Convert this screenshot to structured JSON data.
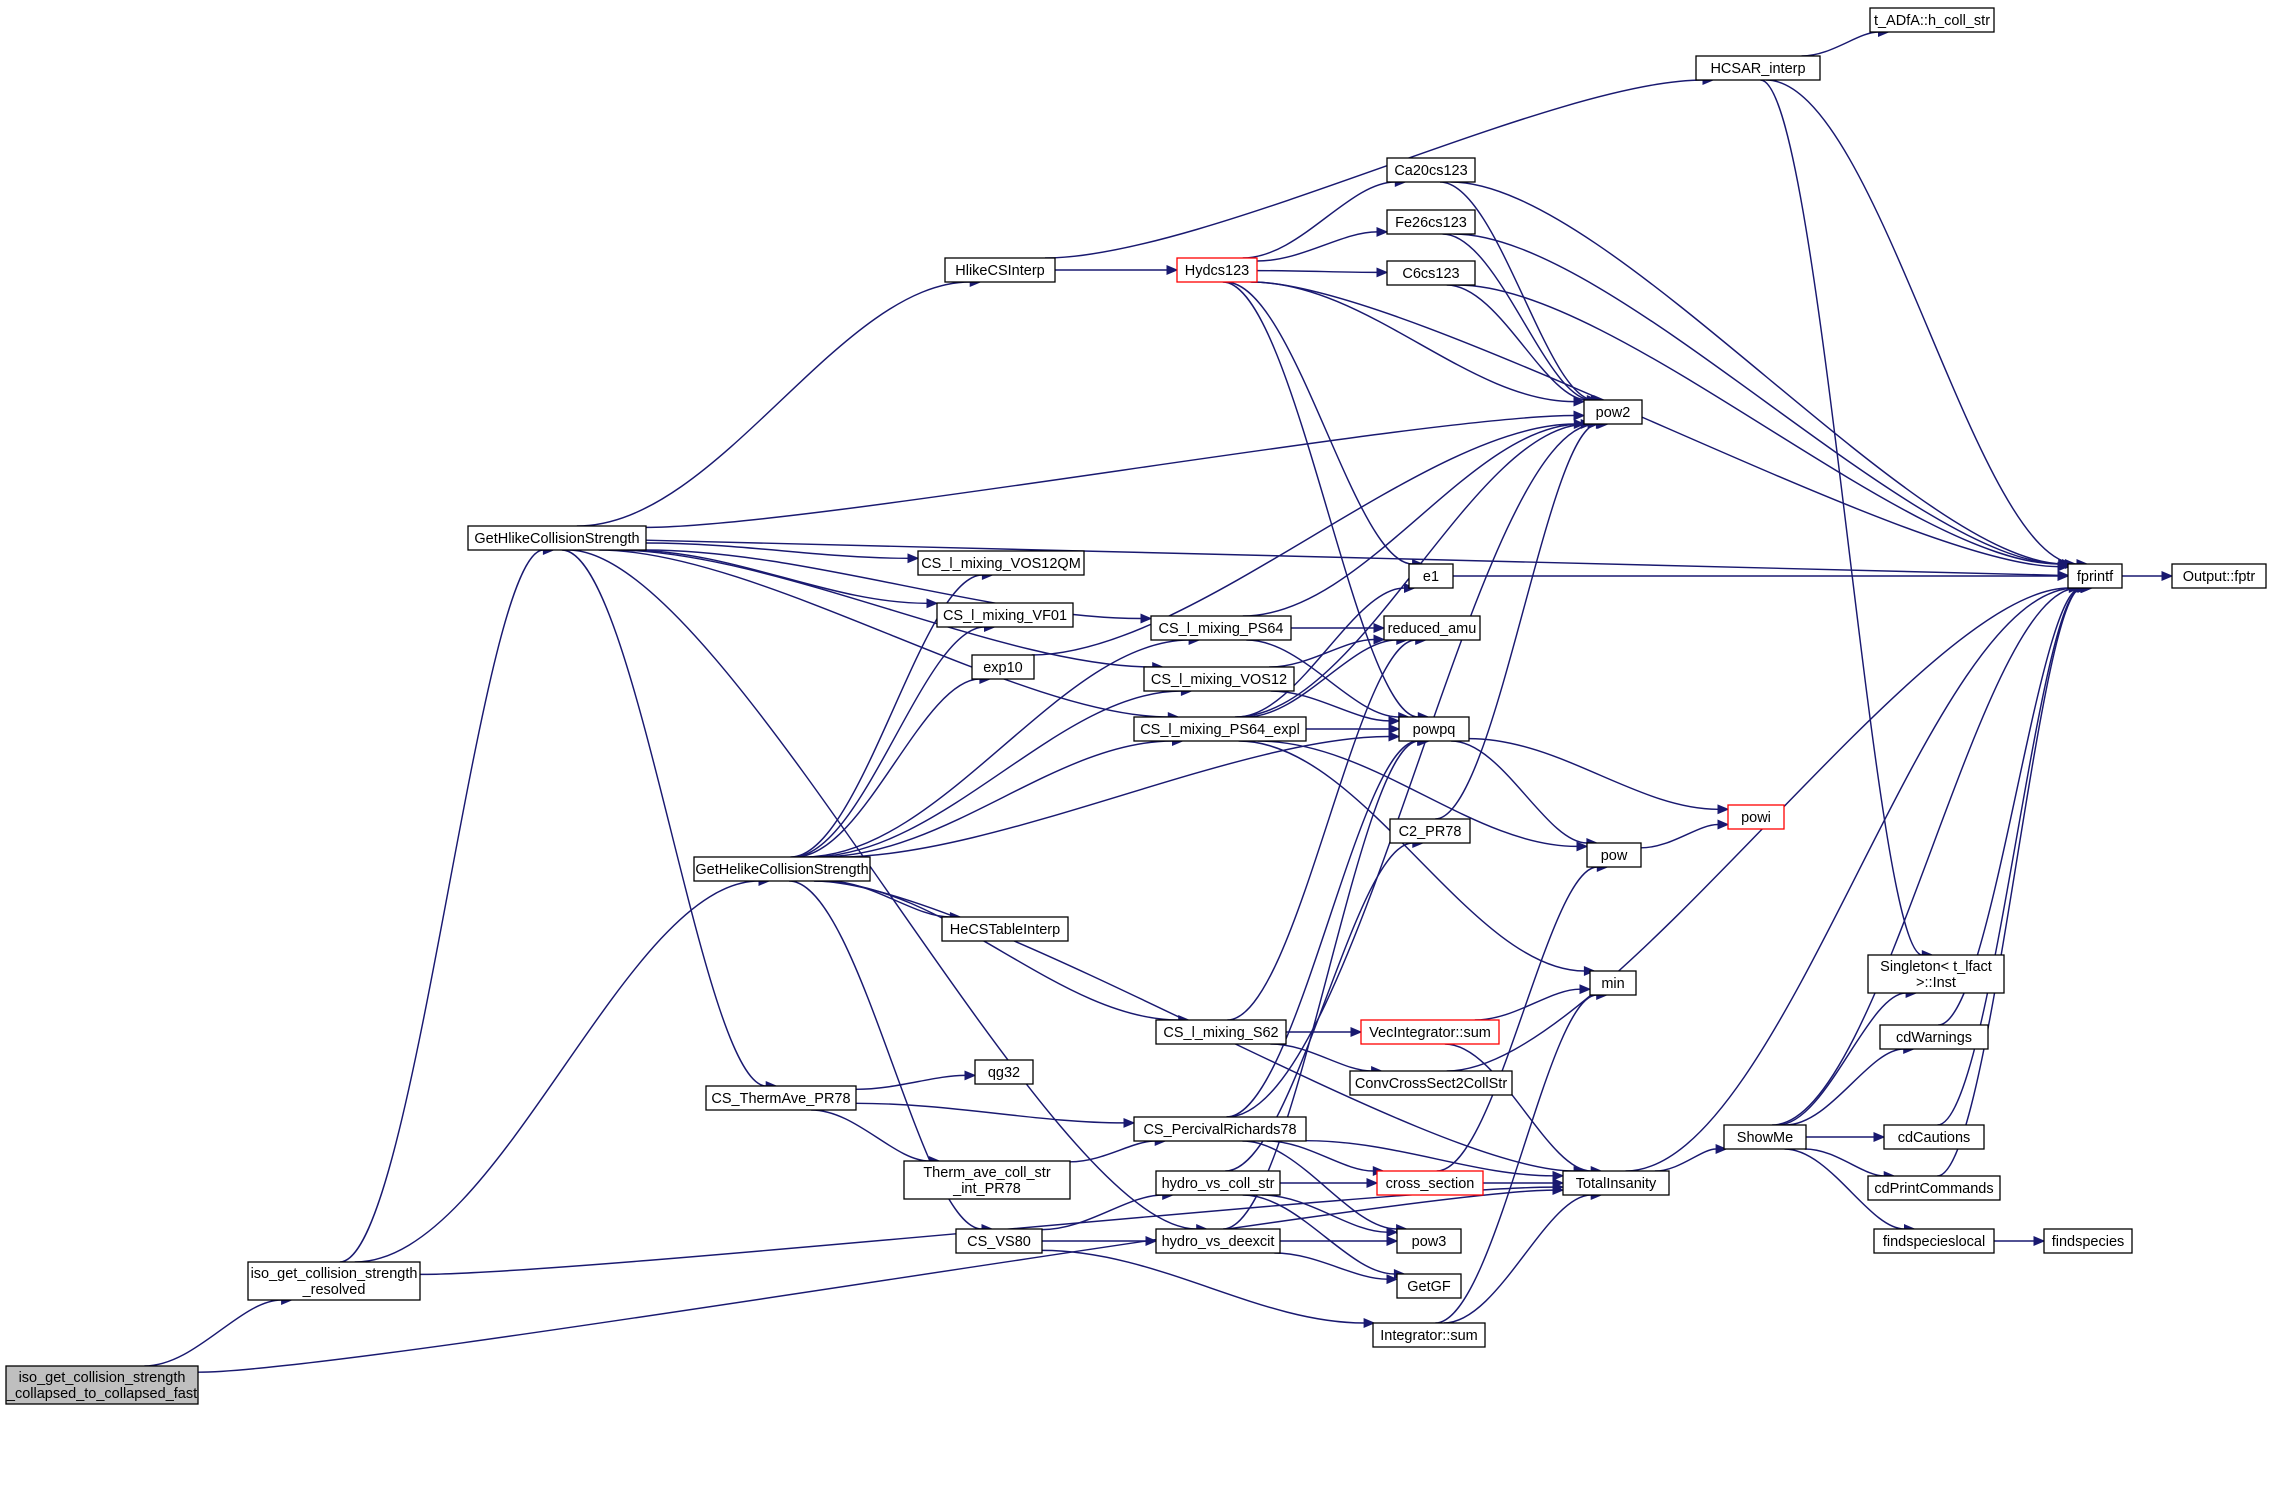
{
  "graph": {
    "title": "",
    "edge_color": "#191970",
    "node_fill": "#ffffff",
    "root_fill": "#bfbfbf",
    "truncated_border_color": "#ff0000",
    "nodes": [
      {
        "id": "root",
        "lines": [
          "iso_get_collision_strength",
          "_collapsed_to_collapsed_fast"
        ],
        "root": true
      },
      {
        "id": "resolved",
        "lines": [
          "iso_get_collision_strength",
          "_resolved"
        ]
      },
      {
        "id": "gethlike",
        "lines": [
          "GetHlikeCollisionStrength"
        ]
      },
      {
        "id": "gethelike",
        "lines": [
          "GetHelikeCollisionStrength"
        ]
      },
      {
        "id": "cstherm",
        "lines": [
          "CS_ThermAve_PR78"
        ]
      },
      {
        "id": "hlikecsinterp",
        "lines": [
          "HlikeCSInterp"
        ]
      },
      {
        "id": "hydcs123",
        "lines": [
          "Hydcs123"
        ],
        "truncated": true
      },
      {
        "id": "hcsar",
        "lines": [
          "HCSAR_interp"
        ]
      },
      {
        "id": "tadfa",
        "lines": [
          "t_ADfA::h_coll_str"
        ]
      },
      {
        "id": "ca20",
        "lines": [
          "Ca20cs123"
        ]
      },
      {
        "id": "fe26",
        "lines": [
          "Fe26cs123"
        ]
      },
      {
        "id": "c6",
        "lines": [
          "C6cs123"
        ]
      },
      {
        "id": "pow2",
        "lines": [
          "pow2"
        ]
      },
      {
        "id": "e1",
        "lines": [
          "e1"
        ]
      },
      {
        "id": "fprintf",
        "lines": [
          "fprintf"
        ]
      },
      {
        "id": "fptr",
        "lines": [
          "Output::fptr"
        ]
      },
      {
        "id": "vos12qm",
        "lines": [
          "CS_l_mixing_VOS12QM"
        ]
      },
      {
        "id": "vf01",
        "lines": [
          "CS_l_mixing_VF01"
        ]
      },
      {
        "id": "exp10",
        "lines": [
          "exp10"
        ]
      },
      {
        "id": "ps64",
        "lines": [
          "CS_l_mixing_PS64"
        ]
      },
      {
        "id": "vos12",
        "lines": [
          "CS_l_mixing_VOS12"
        ]
      },
      {
        "id": "ps64expl",
        "lines": [
          "CS_l_mixing_PS64_expl"
        ]
      },
      {
        "id": "reducedamu",
        "lines": [
          "reduced_amu"
        ]
      },
      {
        "id": "powpq",
        "lines": [
          "powpq"
        ]
      },
      {
        "id": "c2pr78",
        "lines": [
          "C2_PR78"
        ]
      },
      {
        "id": "pow",
        "lines": [
          "pow"
        ]
      },
      {
        "id": "powi",
        "lines": [
          "powi"
        ],
        "truncated": true
      },
      {
        "id": "hecstable",
        "lines": [
          "HeCSTableInterp"
        ]
      },
      {
        "id": "s62",
        "lines": [
          "CS_l_mixing_S62"
        ]
      },
      {
        "id": "min",
        "lines": [
          "min"
        ]
      },
      {
        "id": "vecsum",
        "lines": [
          "VecIntegrator::sum"
        ],
        "truncated": true
      },
      {
        "id": "convcross",
        "lines": [
          "ConvCrossSect2CollStr"
        ]
      },
      {
        "id": "qg32",
        "lines": [
          "qg32"
        ]
      },
      {
        "id": "percival",
        "lines": [
          "CS_PercivalRichards78"
        ]
      },
      {
        "id": "thermave",
        "lines": [
          "Therm_ave_coll_str",
          "_int_PR78"
        ]
      },
      {
        "id": "hydrocoll",
        "lines": [
          "hydro_vs_coll_str"
        ]
      },
      {
        "id": "crosssection",
        "lines": [
          "cross_section"
        ],
        "truncated": true
      },
      {
        "id": "total",
        "lines": [
          "TotalInsanity"
        ]
      },
      {
        "id": "csvs80",
        "lines": [
          "CS_VS80"
        ]
      },
      {
        "id": "hydrodeexcit",
        "lines": [
          "hydro_vs_deexcit"
        ]
      },
      {
        "id": "pow3",
        "lines": [
          "pow3"
        ]
      },
      {
        "id": "getgf",
        "lines": [
          "GetGF"
        ]
      },
      {
        "id": "intsum",
        "lines": [
          "Integrator::sum"
        ]
      },
      {
        "id": "showme",
        "lines": [
          "ShowMe"
        ]
      },
      {
        "id": "singleton",
        "lines": [
          "Singleton< t_lfact",
          ">::Inst"
        ]
      },
      {
        "id": "cdwarnings",
        "lines": [
          "cdWarnings"
        ]
      },
      {
        "id": "cdcautions",
        "lines": [
          "cdCautions"
        ]
      },
      {
        "id": "cdprint",
        "lines": [
          "cdPrintCommands"
        ]
      },
      {
        "id": "findlocal",
        "lines": [
          "findspecieslocal"
        ]
      },
      {
        "id": "findspecies",
        "lines": [
          "findspecies"
        ]
      }
    ],
    "edges": [
      [
        "root",
        "resolved"
      ],
      [
        "root",
        "total"
      ],
      [
        "resolved",
        "gethlike"
      ],
      [
        "resolved",
        "gethelike"
      ],
      [
        "resolved",
        "total"
      ],
      [
        "gethlike",
        "hlikecsinterp"
      ],
      [
        "gethlike",
        "pow2"
      ],
      [
        "gethlike",
        "ps64"
      ],
      [
        "gethlike",
        "vos12"
      ],
      [
        "gethlike",
        "ps64expl"
      ],
      [
        "gethlike",
        "vos12qm"
      ],
      [
        "gethlike",
        "vf01"
      ],
      [
        "gethlike",
        "cstherm"
      ],
      [
        "gethlike",
        "hydrodeexcit"
      ],
      [
        "gethlike",
        "fprintf"
      ],
      [
        "hlikecsinterp",
        "hcsar"
      ],
      [
        "hlikecsinterp",
        "hydcs123"
      ],
      [
        "hcsar",
        "tadfa"
      ],
      [
        "hcsar",
        "fprintf"
      ],
      [
        "hcsar",
        "singleton"
      ],
      [
        "hydcs123",
        "ca20"
      ],
      [
        "hydcs123",
        "fe26"
      ],
      [
        "hydcs123",
        "c6"
      ],
      [
        "hydcs123",
        "pow2"
      ],
      [
        "hydcs123",
        "e1"
      ],
      [
        "hydcs123",
        "fprintf"
      ],
      [
        "hydcs123",
        "powpq"
      ],
      [
        "ca20",
        "pow2"
      ],
      [
        "ca20",
        "fprintf"
      ],
      [
        "fe26",
        "pow2"
      ],
      [
        "fe26",
        "fprintf"
      ],
      [
        "c6",
        "pow2"
      ],
      [
        "c6",
        "fprintf"
      ],
      [
        "e1",
        "fprintf"
      ],
      [
        "fprintf",
        "fptr"
      ],
      [
        "gethelike",
        "vos12qm"
      ],
      [
        "gethelike",
        "vf01"
      ],
      [
        "gethelike",
        "exp10"
      ],
      [
        "gethelike",
        "ps64"
      ],
      [
        "gethelike",
        "vos12"
      ],
      [
        "gethelike",
        "ps64expl"
      ],
      [
        "gethelike",
        "hecstable"
      ],
      [
        "gethelike",
        "s62"
      ],
      [
        "gethelike",
        "csvs80"
      ],
      [
        "gethelike",
        "powpq"
      ],
      [
        "gethelike",
        "total"
      ],
      [
        "exp10",
        "pow2"
      ],
      [
        "ps64",
        "pow2"
      ],
      [
        "ps64",
        "reducedamu"
      ],
      [
        "ps64",
        "powpq"
      ],
      [
        "vos12",
        "reducedamu"
      ],
      [
        "vos12",
        "powpq"
      ],
      [
        "ps64expl",
        "e1"
      ],
      [
        "ps64expl",
        "reducedamu"
      ],
      [
        "ps64expl",
        "powpq"
      ],
      [
        "ps64expl",
        "pow2"
      ],
      [
        "ps64expl",
        "pow"
      ],
      [
        "ps64expl",
        "min"
      ],
      [
        "powpq",
        "pow"
      ],
      [
        "powpq",
        "powi"
      ],
      [
        "pow",
        "powi"
      ],
      [
        "c2pr78",
        "pow2"
      ],
      [
        "s62",
        "reducedamu"
      ],
      [
        "s62",
        "vecsum"
      ],
      [
        "s62",
        "convcross"
      ],
      [
        "vecsum",
        "min"
      ],
      [
        "vecsum",
        "total"
      ],
      [
        "convcross",
        "fprintf"
      ],
      [
        "cstherm",
        "qg32"
      ],
      [
        "cstherm",
        "percival"
      ],
      [
        "cstherm",
        "thermave"
      ],
      [
        "thermave",
        "percival"
      ],
      [
        "percival",
        "powpq"
      ],
      [
        "percival",
        "pow2"
      ],
      [
        "percival",
        "crosssection"
      ],
      [
        "percival",
        "pow3"
      ],
      [
        "percival",
        "total"
      ],
      [
        "crosssection",
        "pow"
      ],
      [
        "crosssection",
        "total"
      ],
      [
        "csvs80",
        "hydrocoll"
      ],
      [
        "csvs80",
        "hydrodeexcit"
      ],
      [
        "csvs80",
        "intsum"
      ],
      [
        "hydrocoll",
        "c2pr78"
      ],
      [
        "hydrocoll",
        "crosssection"
      ],
      [
        "hydrocoll",
        "pow3"
      ],
      [
        "hydrocoll",
        "getgf"
      ],
      [
        "hydrodeexcit",
        "pow3"
      ],
      [
        "hydrodeexcit",
        "getgf"
      ],
      [
        "hydrodeexcit",
        "powpq"
      ],
      [
        "intsum",
        "min"
      ],
      [
        "intsum",
        "total"
      ],
      [
        "total",
        "showme"
      ],
      [
        "total",
        "fprintf"
      ],
      [
        "showme",
        "singleton"
      ],
      [
        "showme",
        "cdwarnings"
      ],
      [
        "showme",
        "cdcautions"
      ],
      [
        "showme",
        "cdprint"
      ],
      [
        "showme",
        "findlocal"
      ],
      [
        "showme",
        "fprintf"
      ],
      [
        "cdwarnings",
        "fprintf"
      ],
      [
        "cdcautions",
        "fprintf"
      ],
      [
        "cdprint",
        "fprintf"
      ],
      [
        "findlocal",
        "findspecies"
      ]
    ]
  }
}
